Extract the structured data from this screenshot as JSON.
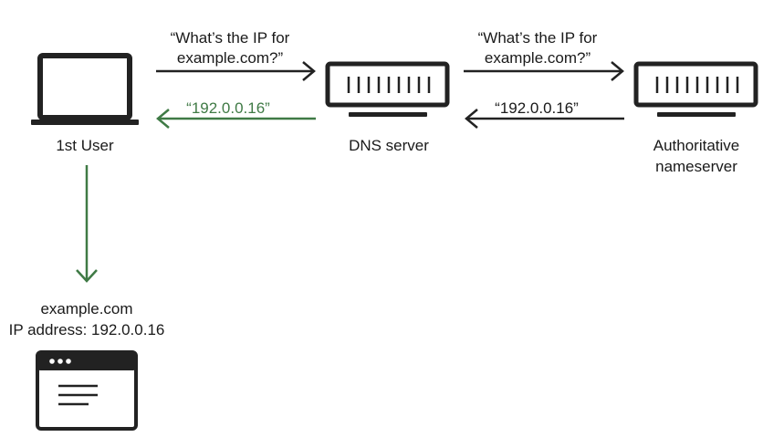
{
  "colors": {
    "ink": "#222222",
    "reply_green": "#3f7a45",
    "background": "#ffffff"
  },
  "nodes": {
    "user": {
      "label": "1st User",
      "icon": "laptop-icon"
    },
    "dns_server": {
      "label": "DNS server",
      "icon": "server-icon"
    },
    "authoritative": {
      "label_line1": "Authoritative",
      "label_line2": "nameserver",
      "icon": "server-icon"
    },
    "browser": {
      "label_line1": "example.com",
      "label_line2": "IP address: 192.0.0.16",
      "icon": "browser-window-icon"
    }
  },
  "messages": {
    "query_to_dns": {
      "line1": "“What’s the IP for",
      "line2": "example.com?”"
    },
    "query_to_authoritative": {
      "line1": "“What’s the IP for",
      "line2": "example.com?”"
    },
    "reply_from_authoritative": {
      "text": "“192.0.0.16”"
    },
    "reply_to_user": {
      "text": "“192.0.0.16”"
    }
  }
}
